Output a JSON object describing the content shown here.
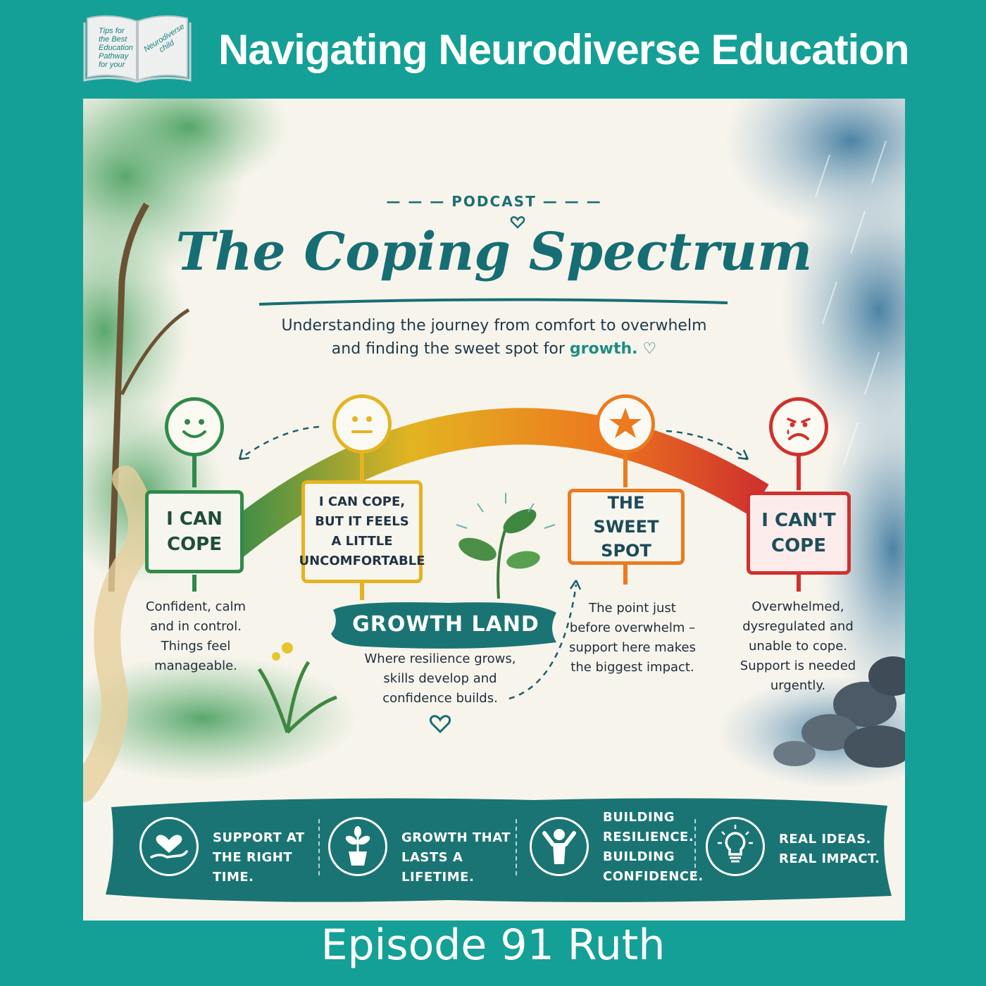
{
  "header": {
    "show_title": "Navigating Neurodiverse Education",
    "logo_left_lines": [
      "Tips for",
      "the Best",
      "Education",
      "Pathway",
      "for your"
    ],
    "logo_right_lines": [
      "Neurodiverse",
      "child"
    ]
  },
  "poster": {
    "kicker": "PODCAST",
    "title": "The Coping Spectrum",
    "subtitle_line1": "Understanding the journey from comfort to overwhelm",
    "subtitle_line2_prefix": "and finding the sweet spot for ",
    "subtitle_line2_accent": "growth.",
    "stages": [
      {
        "label_lines": [
          "I CAN",
          "COPE"
        ],
        "face": "smile-face-icon",
        "color": "#2f8a4a",
        "caption_lines": [
          "Confident, calm",
          "and in control.",
          "Things feel",
          "manageable."
        ]
      },
      {
        "label_lines": [
          "I CAN COPE,",
          "BUT IT FEELS",
          "A LITTLE",
          "UNCOMFORTABLE"
        ],
        "face": "neutral-face-icon",
        "color": "#e3b422",
        "caption_lines": []
      },
      {
        "label_lines": [
          "THE",
          "SWEET SPOT"
        ],
        "face": "star-icon",
        "color": "#ec7a1e",
        "caption_lines": [
          "The point just",
          "before overwhelm –",
          "support here makes",
          "the biggest impact."
        ]
      },
      {
        "label_lines": [
          "I CAN'T",
          "COPE"
        ],
        "face": "sad-face-icon",
        "color": "#d0312d",
        "caption_lines": [
          "Overwhelmed,",
          "dysregulated and",
          "unable to cope.",
          "Support is needed",
          "urgently."
        ]
      }
    ],
    "growth_land": {
      "label": "GROWTH LAND",
      "caption_lines": [
        "Where resilience grows,",
        "skills develop and",
        "confidence builds."
      ]
    },
    "band": [
      {
        "icon": "heart-hand-icon",
        "lines": [
          "SUPPORT AT",
          "THE RIGHT TIME."
        ]
      },
      {
        "icon": "plant-pot-icon",
        "lines": [
          "GROWTH THAT",
          "LASTS A LIFETIME."
        ]
      },
      {
        "icon": "person-raised-arms-icon",
        "lines": [
          "BUILDING",
          "RESILIENCE.",
          "BUILDING",
          "CONFIDENCE."
        ]
      },
      {
        "icon": "lightbulb-icon",
        "lines": [
          "REAL IDEAS.",
          "REAL IMPACT."
        ]
      }
    ],
    "colors": {
      "teal": "#14a096",
      "dark_teal": "#166e74",
      "green": "#2f8a4a",
      "yellow": "#e3b422",
      "orange": "#ec7a1e",
      "red": "#d0312d"
    }
  },
  "footer": {
    "episode": "Episode 91 Ruth"
  }
}
